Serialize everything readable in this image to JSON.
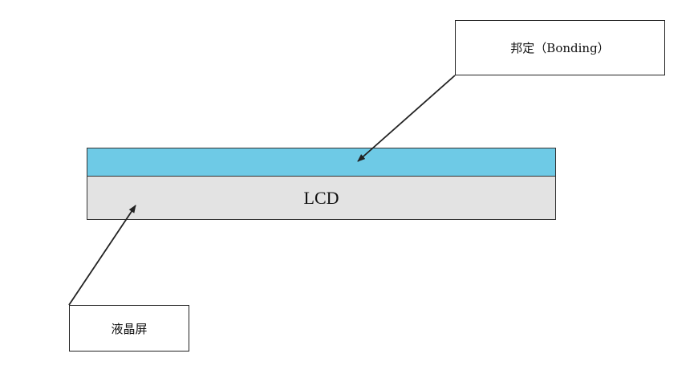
{
  "labels": {
    "bonding_callout": "邦定（Bonding）",
    "lcd_callout": "液晶屏",
    "lcd_layer": "LCD"
  },
  "colors": {
    "bonding_layer": "#6ecae6",
    "lcd_layer": "#e3e3e3",
    "line": "#222222"
  }
}
